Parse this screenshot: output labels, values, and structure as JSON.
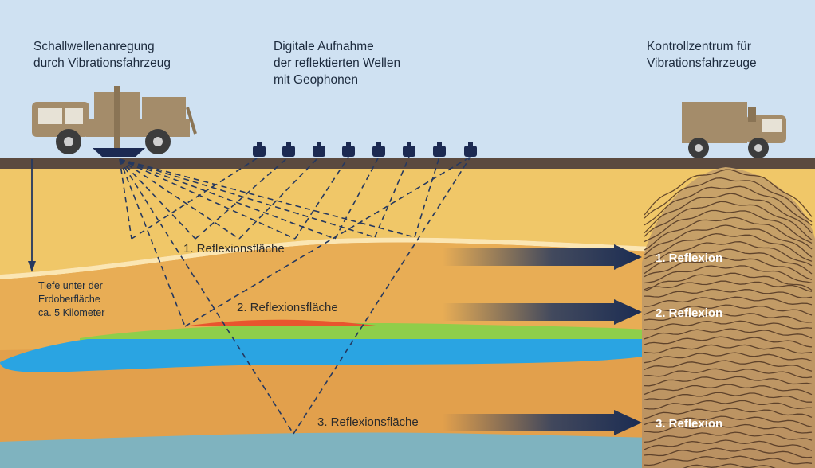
{
  "labels": {
    "vibro_truck": "Schallwellenanregung\ndurch Vibrationsfahrzeug",
    "geophones": "Digitale Aufnahme\nder reflektierten Wellen\nmit Geophonen",
    "control": "Kontrollzentrum für\nVibrationsfahrzeuge",
    "depth_note": "Tiefe unter der\nErdoberfläche\nca. 5 Kilometer"
  },
  "surfaces": [
    "1. Reflexionsfläche",
    "2. Reflexionsfläche",
    "3. Reflexionsfläche"
  ],
  "reflections": [
    "1. Reflexion",
    "2. Reflexion",
    "3. Reflexion"
  ],
  "colors": {
    "sky": "#cfe1f2",
    "ground_surface": "#5b4a3f",
    "layer1": "#f0c768",
    "layer2": "#e8ad55",
    "layer3": "#e2a04c",
    "green_layer": "#8fce4a",
    "red_lens": "#e8552e",
    "water_layer": "#2aa4e2",
    "bedrock": "#7fb3bf",
    "ray": "#25385f",
    "truck": "#a48c6a"
  },
  "icons": [
    "vibration-truck-icon",
    "geophone-icon",
    "control-truck-icon",
    "arrow-icon"
  ]
}
